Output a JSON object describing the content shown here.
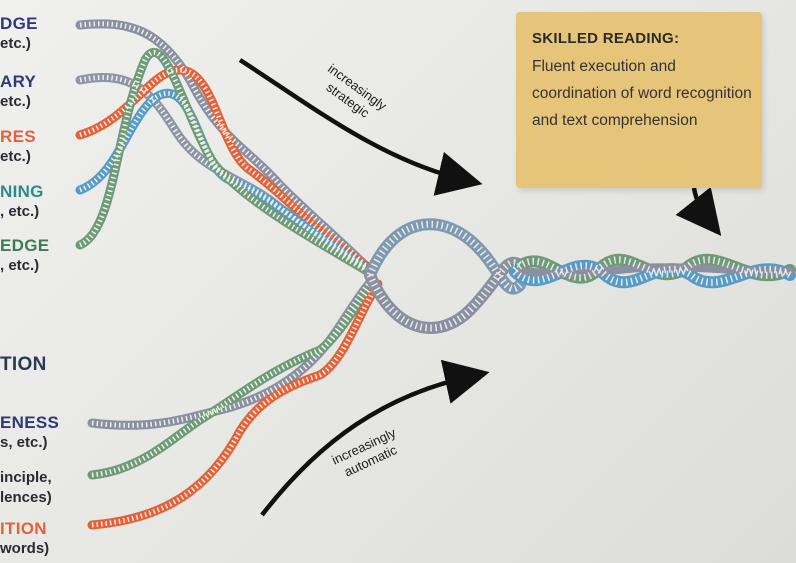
{
  "labels": [
    {
      "id": "l1",
      "title": "DGE",
      "sub": "etc.)",
      "color": "navy"
    },
    {
      "id": "l2",
      "title": "ARY",
      "sub": "etc.)",
      "color": "navy"
    },
    {
      "id": "l3",
      "title": "RES",
      "sub": "etc.)",
      "color": "orange"
    },
    {
      "id": "l4",
      "title": "NING",
      "sub": ", etc.)",
      "color": "teal"
    },
    {
      "id": "l5",
      "title": "EDGE",
      "sub": ", etc.)",
      "color": "green"
    },
    {
      "id": "l6",
      "title": "TION",
      "sub": "",
      "color": "dark"
    },
    {
      "id": "l7",
      "title": "ENESS",
      "sub": "s, etc.)",
      "color": "navy"
    },
    {
      "id": "l8",
      "title": "",
      "sub": "inciple,",
      "sub2": "lences)",
      "color": "navy"
    },
    {
      "id": "l9",
      "title": "ITION",
      "sub": "words)",
      "color": "orange"
    }
  ],
  "skilled_box": {
    "title": "SKILLED READING:",
    "body": "Fluent execution and coordination of word recognition and text comprehension"
  },
  "arrows": {
    "top": {
      "line1": "increasingly",
      "line2": "strategic"
    },
    "bottom": {
      "line1": "increasingly",
      "line2": "automatic"
    }
  },
  "colors": {
    "navy": "#2f3a78",
    "orange": "#e0633a",
    "teal": "#4a90b8",
    "green": "#5a8a6a",
    "gray": "#7a8088",
    "box": "#e6c57a"
  }
}
